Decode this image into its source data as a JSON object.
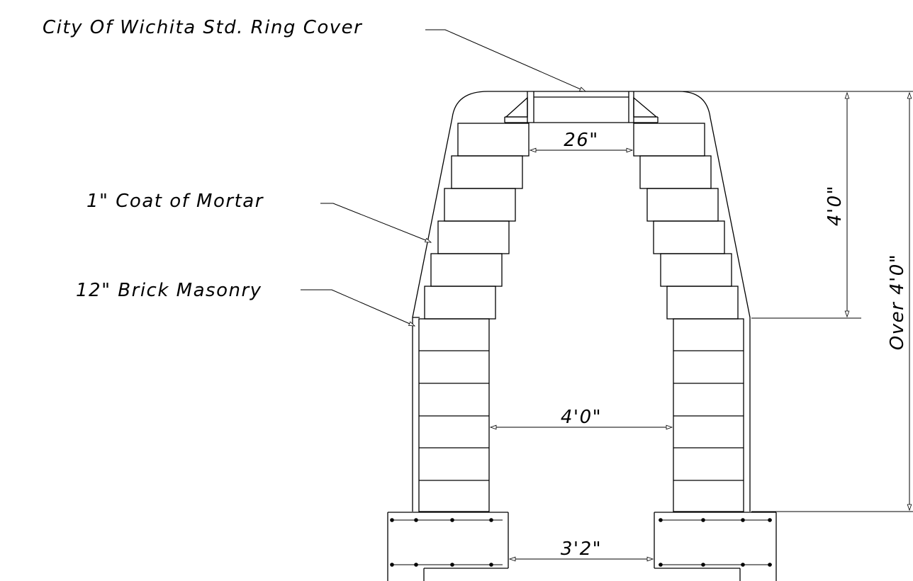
{
  "labels": {
    "ring_cover": "City Of Wichita Std. Ring Cover",
    "mortar": "1\" Coat of Mortar",
    "brick": "12\" Brick Masonry"
  },
  "dimensions": {
    "top_opening": "26\"",
    "cone_height": "4'0\"",
    "total_height": "Over 4'0\"",
    "inner_width": "4'0\"",
    "base_opening": "3'2\""
  },
  "colors": {
    "line": "#000000",
    "background": "#ffffff"
  }
}
